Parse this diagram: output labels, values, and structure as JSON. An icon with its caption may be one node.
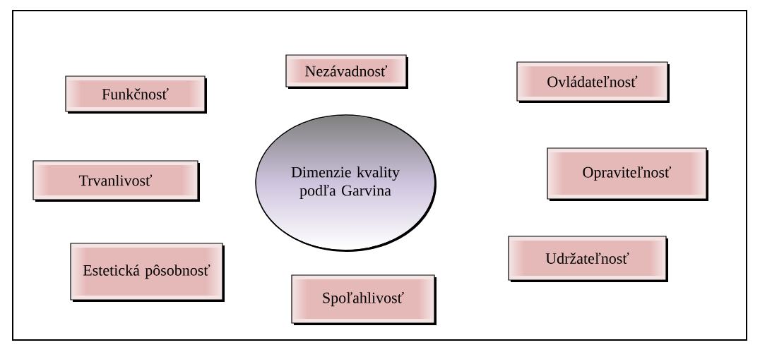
{
  "diagram": {
    "nodes": [
      {
        "text": [
          "Nezávadnosť"
        ]
      },
      {
        "text": [
          "Ovládateľnosť"
        ]
      },
      {
        "text": [
          "Funkčnosť"
        ]
      },
      {
        "text": [
          "Dimenzie kvality podľa Garvina"
        ]
      },
      {
        "text": [
          "Opraviteľnosť"
        ]
      },
      {
        "text": [
          "Trvanlivosť"
        ]
      },
      {
        "text": [
          "Udržateľnosť"
        ]
      },
      {
        "text": [
          "Estetická pôsobnosť"
        ]
      },
      {
        "text": [
          "Spoľahlivosť"
        ]
      }
    ]
  }
}
